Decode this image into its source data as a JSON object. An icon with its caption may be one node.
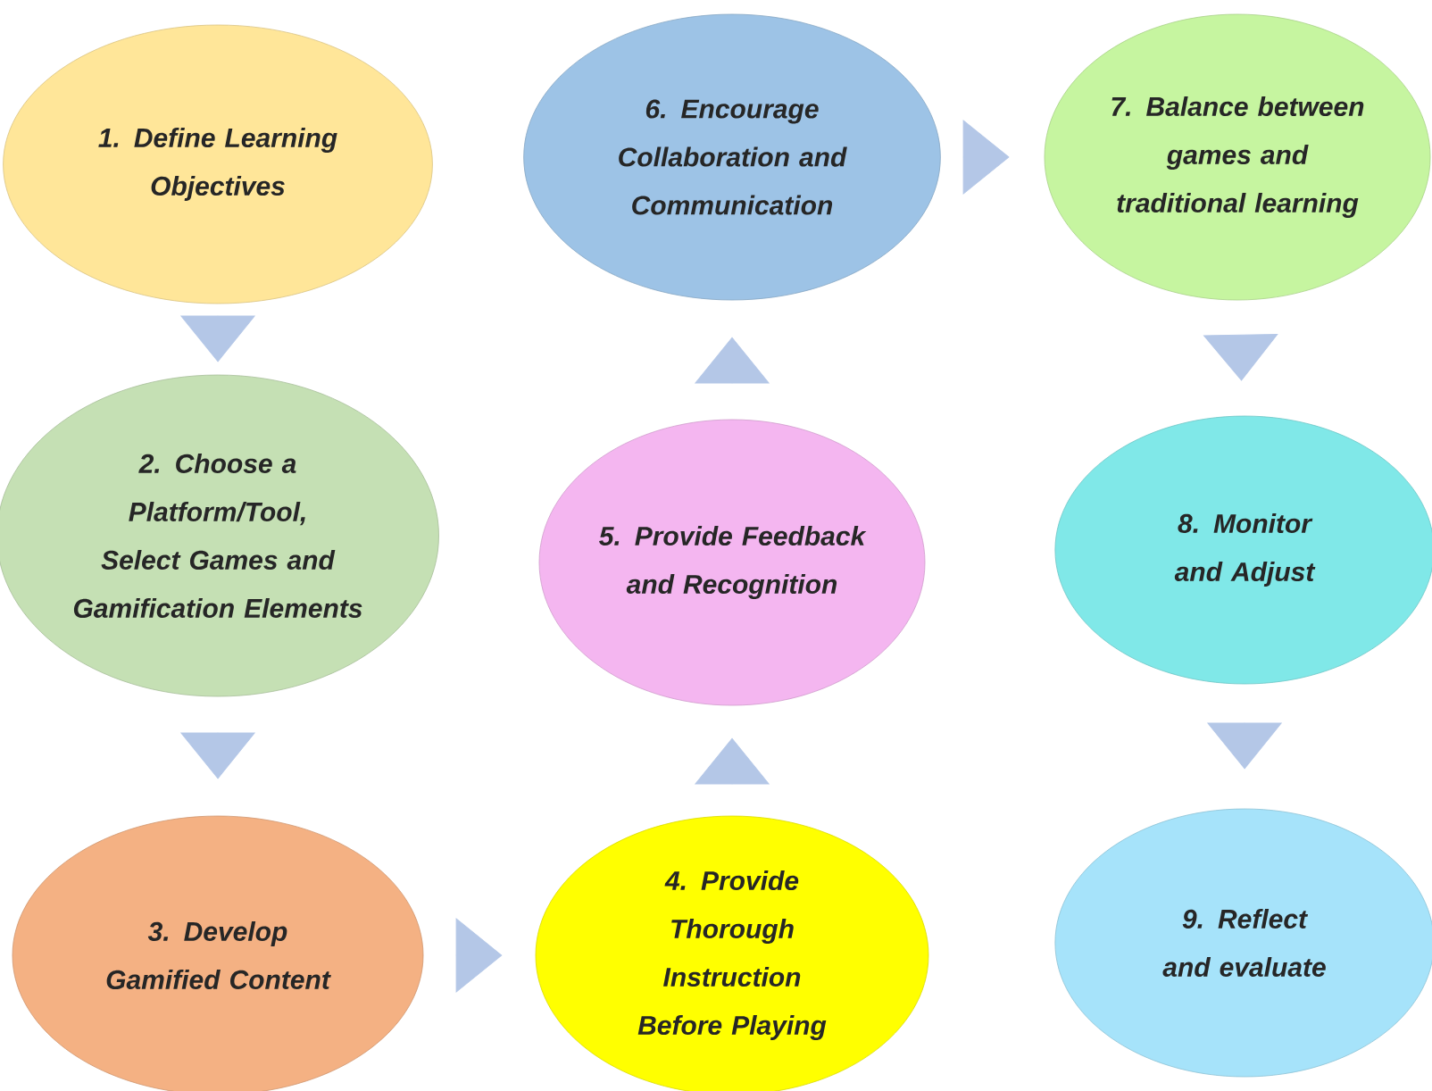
{
  "diagram": {
    "nodes": [
      {
        "text": [
          "1. Define Learning Objectives"
        ]
      },
      {
        "text": [
          "2. Choose a Platform/Tool, Select Games and Gamification Elements"
        ]
      },
      {
        "text": [
          "3. Develop Gamified Content"
        ]
      },
      {
        "text": [
          "4. Provide Thorough Instruction Before Playing"
        ]
      },
      {
        "text": [
          "5. Provide Feedback and Recognition"
        ]
      },
      {
        "text": [
          "6. Encourage Collaboration and Communication"
        ]
      },
      {
        "text": [
          "7. Balance between games and traditional learning"
        ]
      },
      {
        "text": [
          "8. Monitor and Adjust"
        ]
      },
      {
        "text": [
          "9. Reflect and evaluate"
        ]
      }
    ],
    "edges": [
      {
        "from": 0,
        "to": 1,
        "arrow": "to"
      },
      {
        "from": 1,
        "to": 2,
        "arrow": "to"
      },
      {
        "from": 2,
        "to": 3,
        "arrow": "to"
      },
      {
        "from": 3,
        "to": 4,
        "arrow": "to"
      },
      {
        "from": 4,
        "to": 5,
        "arrow": "to"
      },
      {
        "from": 5,
        "to": 6,
        "arrow": "to"
      },
      {
        "from": 6,
        "to": 7,
        "arrow": "to"
      },
      {
        "from": 7,
        "to": 8,
        "arrow": "to"
      }
    ]
  }
}
